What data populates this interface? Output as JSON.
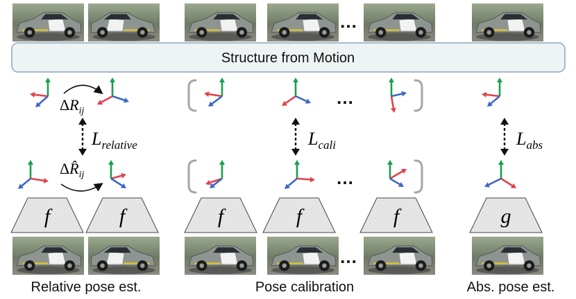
{
  "sfm_label": "Structure from Motion",
  "captions": {
    "relative": "Relative pose est.",
    "calibration": "Pose calibration",
    "absolute": "Abs. pose est."
  },
  "losses": {
    "relative": {
      "script": "L",
      "subscript": "relative"
    },
    "calibration": {
      "script": "L",
      "subscript": "cali"
    },
    "absolute": {
      "script": "L",
      "subscript": "abs"
    }
  },
  "rotations": {
    "gt": {
      "delta": "Δ",
      "symbol": "R",
      "subscript": "ij"
    },
    "pred": {
      "delta": "Δ",
      "symbol": "R̂",
      "subscript": "ij"
    }
  },
  "networks": {
    "f": "f",
    "g": "g"
  },
  "ellipsis": "…",
  "colors": {
    "axis_x": "#e0424b",
    "axis_y": "#18a04a",
    "axis_z": "#3b67c4",
    "sfm_fill": "#eef3f3",
    "sfm_stroke": "#8fa3c4",
    "net_fill": "#e6e6e6",
    "bracket": "#a6a6a6"
  }
}
